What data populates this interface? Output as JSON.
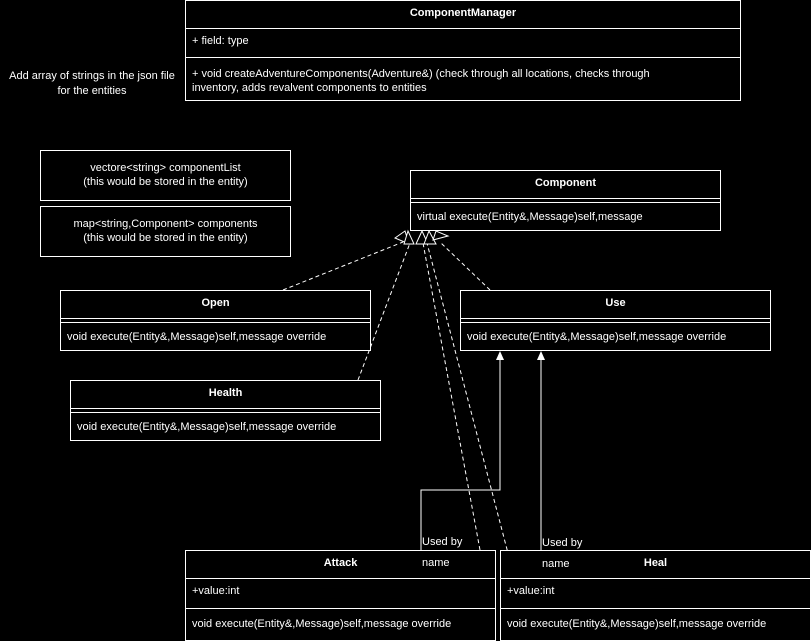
{
  "component_manager": {
    "title": "ComponentManager",
    "field": "+ field: type",
    "method_line1": "+ void createAdventureComponents(Adventure&)   (check through all locations, checks through",
    "method_line2": "inventory, adds revalvent components to entities"
  },
  "note_json": {
    "line1": "Add array of strings in the json file",
    "line2": "for the entities"
  },
  "note_component_list": {
    "line1": "vectore<string> componentList",
    "line2": "(this would be stored in the entity)"
  },
  "note_components_map": {
    "line1": "map<string,Component> components",
    "line2": "(this would be stored in the entity)"
  },
  "component": {
    "title": "Component",
    "method": "virtual execute(Entity&,Message)self,message"
  },
  "open": {
    "title": "Open",
    "method": "void execute(Entity&,Message)self,message override"
  },
  "use": {
    "title": "Use",
    "method": "void execute(Entity&,Message)self,message override"
  },
  "health": {
    "title": "Health",
    "method": "void execute(Entity&,Message)self,message override"
  },
  "attack": {
    "title": "Attack",
    "field": "+value:int",
    "method": "void execute(Entity&,Message)self,message override"
  },
  "heal": {
    "title": "Heal",
    "field": "+value:int",
    "method": "void execute(Entity&,Message)self,message override"
  },
  "edges": {
    "attack_label": "Used by",
    "attack_sublabel": "name",
    "heal_label": "Used by",
    "heal_sublabel": "name"
  }
}
